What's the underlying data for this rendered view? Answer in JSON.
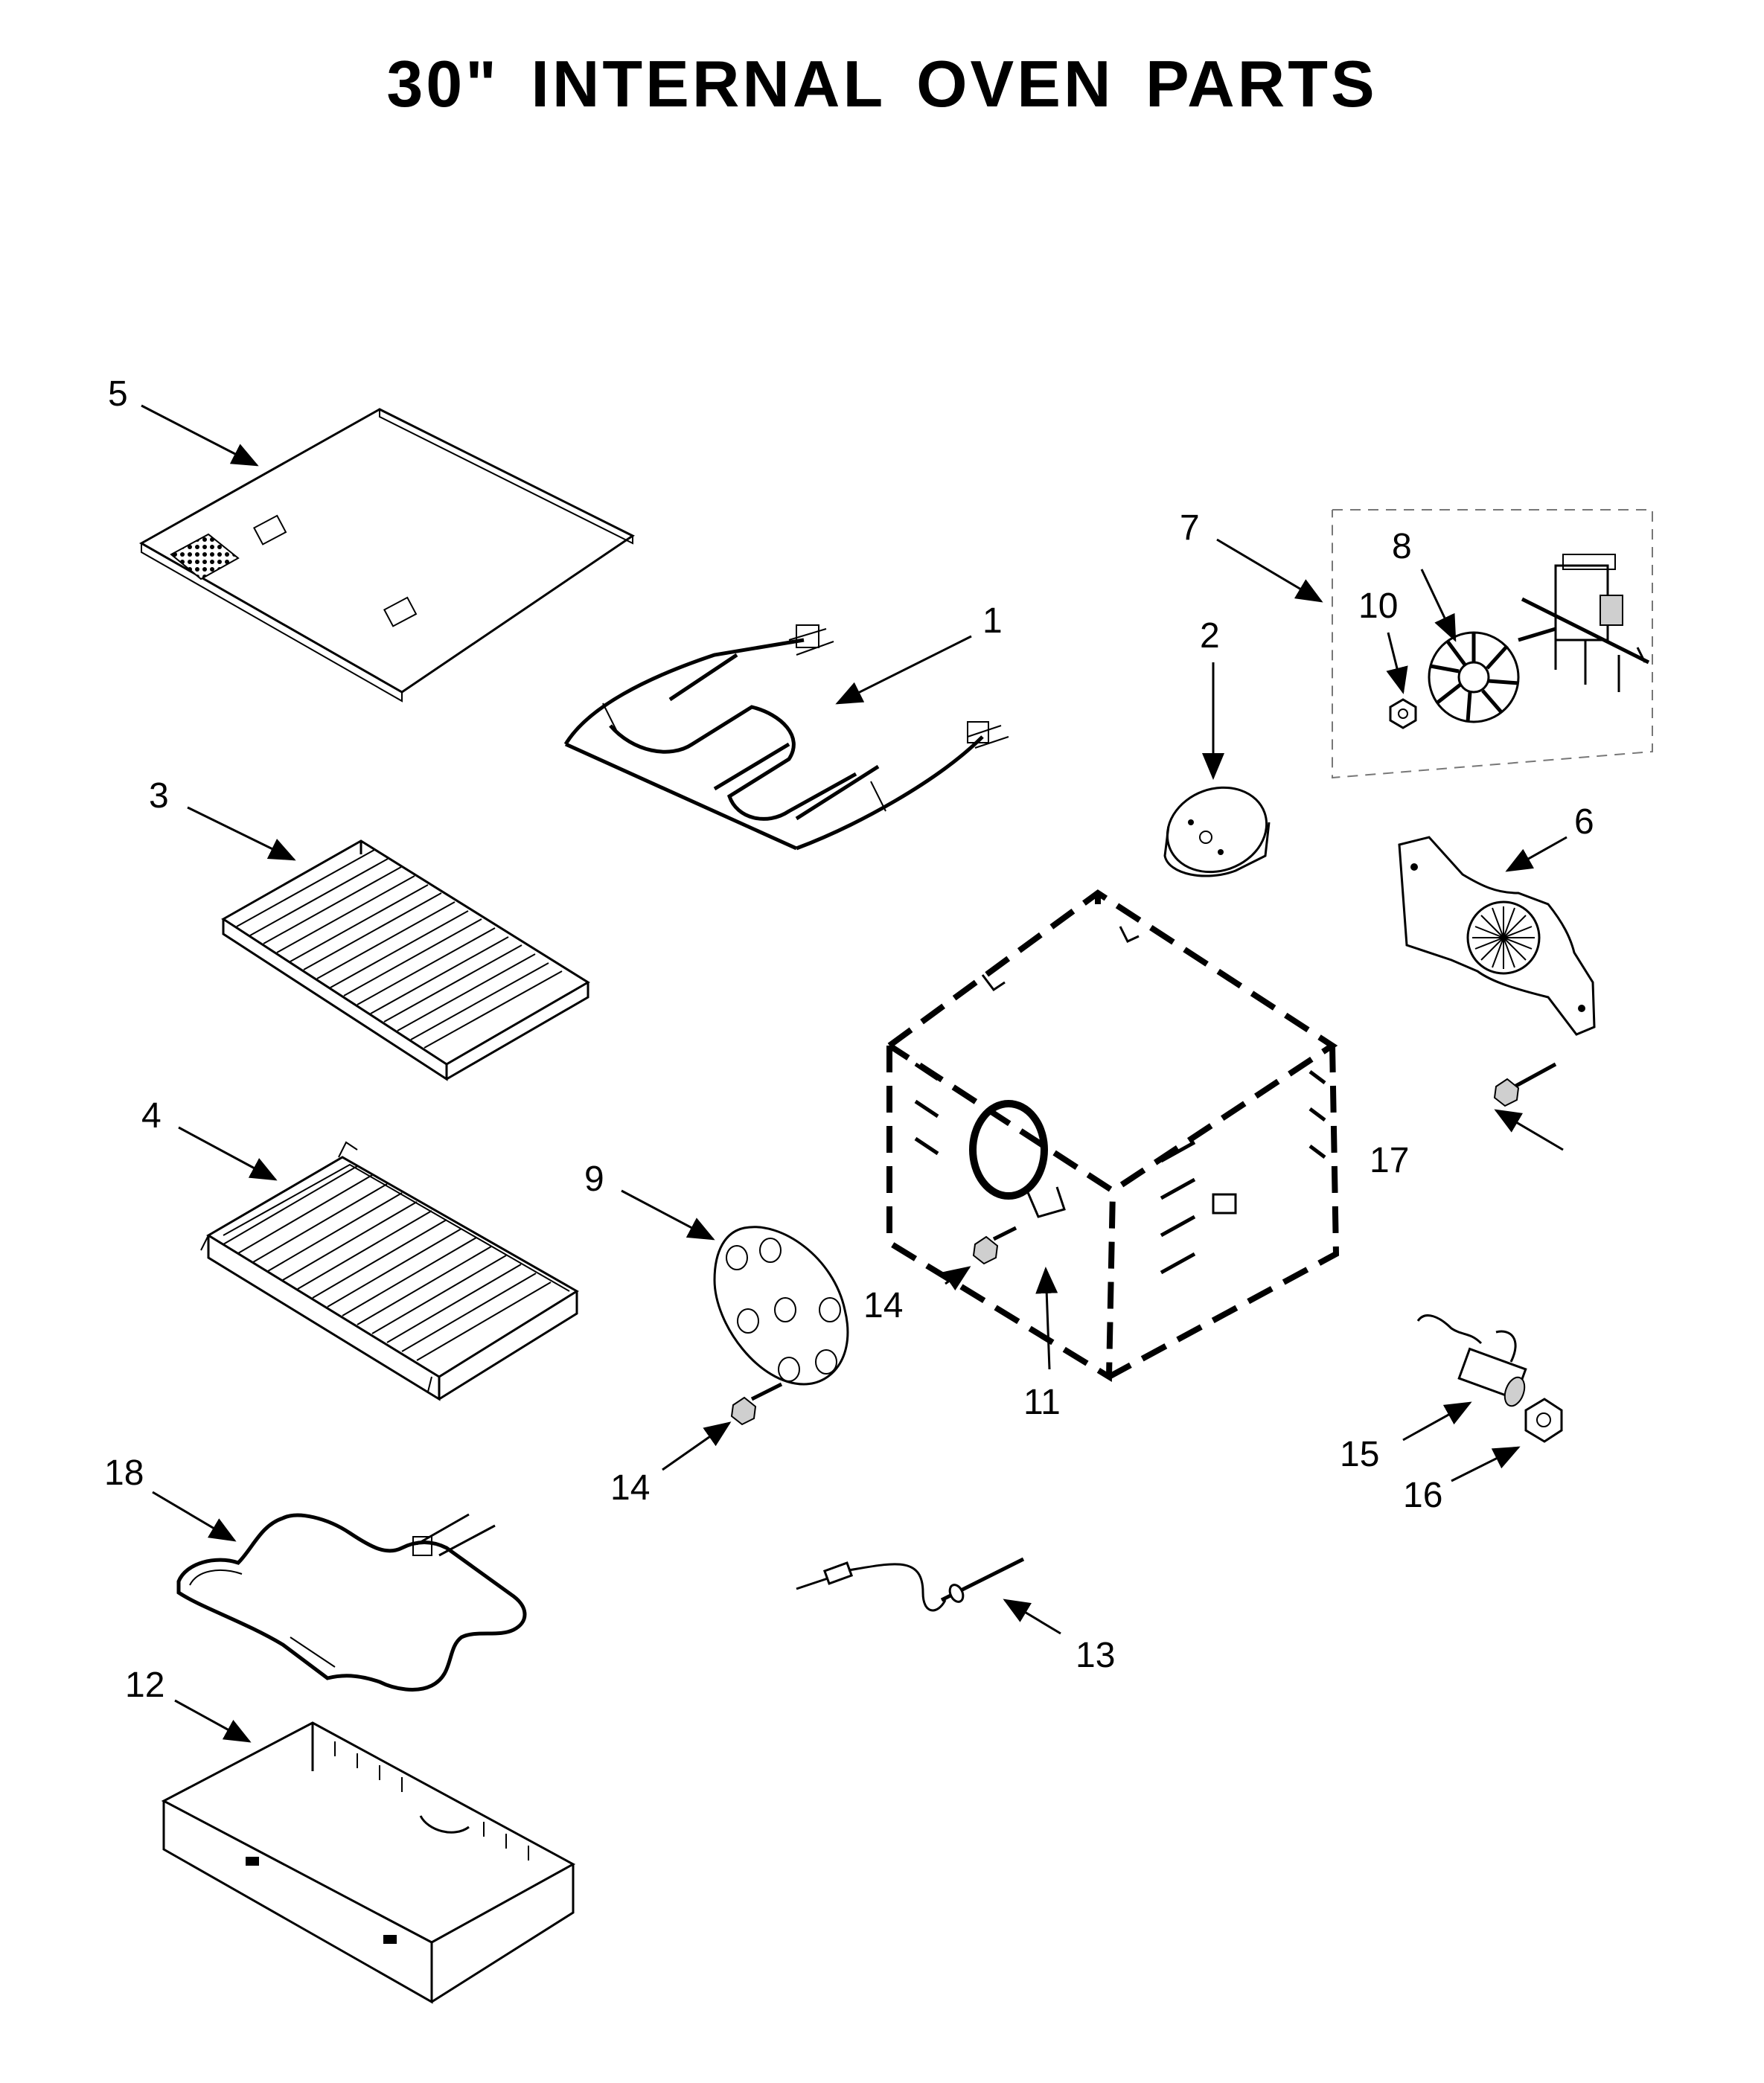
{
  "diagram": {
    "title": "30\" INTERNAL OVEN PARTS",
    "callouts": [
      {
        "id": "c1",
        "label": "1"
      },
      {
        "id": "c2",
        "label": "2"
      },
      {
        "id": "c3",
        "label": "3"
      },
      {
        "id": "c4",
        "label": "4"
      },
      {
        "id": "c5",
        "label": "5"
      },
      {
        "id": "c6",
        "label": "6"
      },
      {
        "id": "c7",
        "label": "7"
      },
      {
        "id": "c8",
        "label": "8"
      },
      {
        "id": "c9",
        "label": "9"
      },
      {
        "id": "c10",
        "label": "10"
      },
      {
        "id": "c11",
        "label": "11"
      },
      {
        "id": "c12",
        "label": "12"
      },
      {
        "id": "c13",
        "label": "13"
      },
      {
        "id": "c14a",
        "label": "14"
      },
      {
        "id": "c14b",
        "label": "14"
      },
      {
        "id": "c15",
        "label": "15"
      },
      {
        "id": "c16",
        "label": "16"
      },
      {
        "id": "c17",
        "label": "17"
      },
      {
        "id": "c18",
        "label": "18"
      }
    ]
  }
}
